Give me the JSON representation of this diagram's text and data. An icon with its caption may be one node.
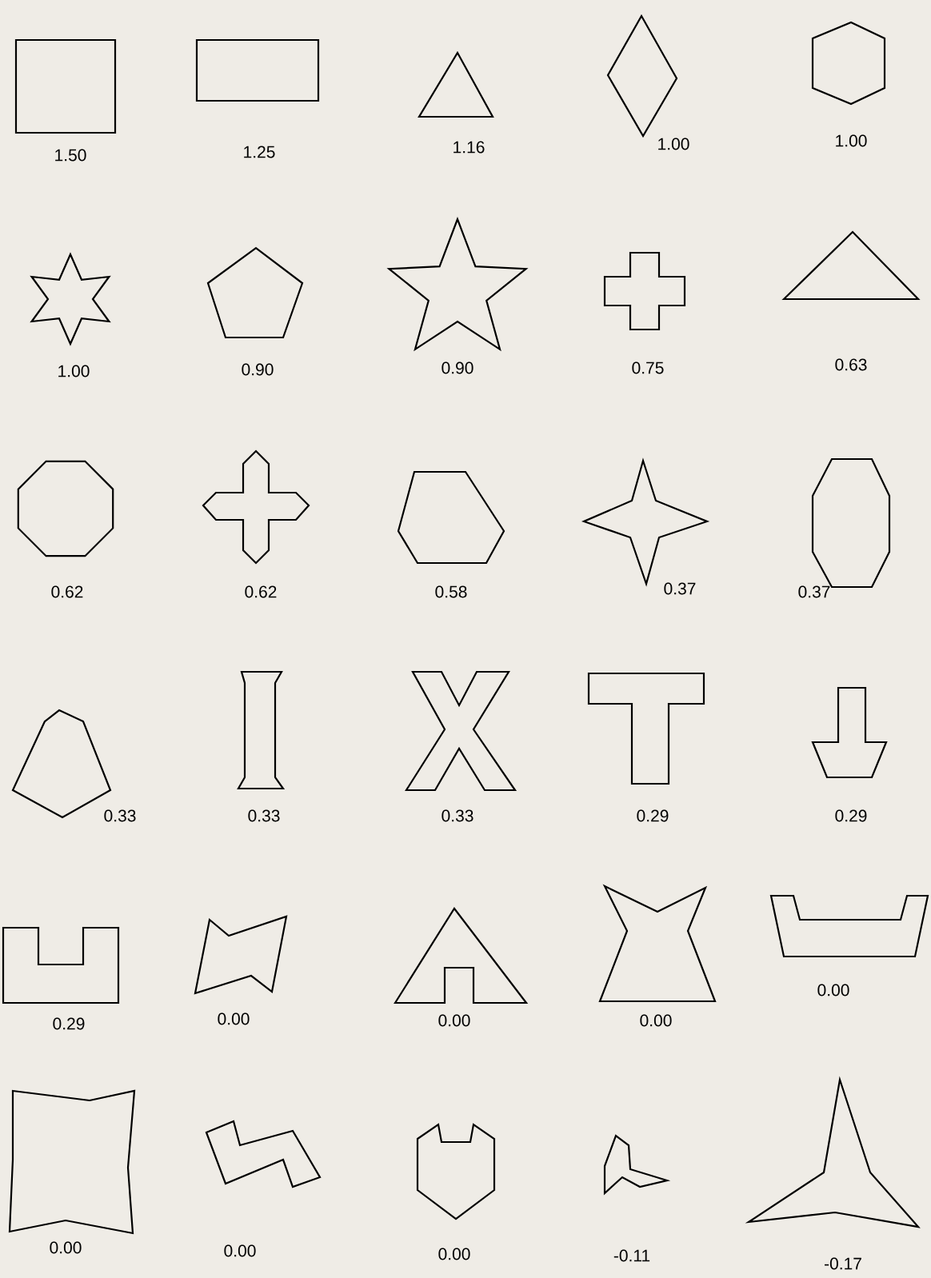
{
  "diagram": {
    "nodes": [
      {
        "text": [],
        "shape": "square",
        "beside": [
          "1.50"
        ]
      },
      {
        "text": [],
        "shape": "rectangle",
        "beside": [
          "1.25"
        ]
      },
      {
        "text": [],
        "shape": "triangle",
        "beside": [
          "1.16"
        ]
      },
      {
        "text": [],
        "shape": "diamond",
        "beside": [
          "1.00"
        ]
      },
      {
        "text": [],
        "shape": "hexagon",
        "beside": [
          "1.00"
        ]
      },
      {
        "text": [],
        "shape": "star",
        "beside": [
          "1.00"
        ]
      },
      {
        "text": [],
        "shape": "pentagon",
        "beside": [
          "0.90"
        ]
      },
      {
        "text": [],
        "shape": "star",
        "beside": [
          "0.90"
        ]
      },
      {
        "text": [],
        "shape": "cross",
        "beside": [
          "0.75"
        ]
      },
      {
        "text": [],
        "shape": "triangle",
        "beside": [
          "0.63"
        ]
      },
      {
        "text": [],
        "shape": "octagon",
        "beside": [
          "0.62"
        ]
      },
      {
        "text": [],
        "shape": "cross",
        "beside": [
          "0.62"
        ]
      },
      {
        "text": [],
        "shape": "hexagon",
        "beside": [
          "0.58"
        ]
      },
      {
        "text": [],
        "shape": "star",
        "beside": [
          "0.37"
        ]
      },
      {
        "text": [],
        "shape": "octagon",
        "beside": [
          "0.37"
        ]
      },
      {
        "text": [],
        "shape": "pentagon",
        "beside": [
          "0.33"
        ]
      },
      {
        "text": [],
        "shape": "polygon",
        "beside": [
          "0.33"
        ]
      },
      {
        "text": [],
        "shape": "polygon",
        "beside": [
          "0.33"
        ]
      },
      {
        "text": [],
        "shape": "polygon",
        "beside": [
          "0.29"
        ]
      },
      {
        "text": [],
        "shape": "arrow",
        "beside": [
          "0.29"
        ]
      },
      {
        "text": [],
        "shape": "polygon",
        "beside": [
          "0.29"
        ]
      },
      {
        "text": [],
        "shape": "polygon",
        "beside": [
          "0.00"
        ]
      },
      {
        "text": [],
        "shape": "polygon",
        "beside": [
          "0.00"
        ]
      },
      {
        "text": [],
        "shape": "star",
        "beside": [
          "0.00"
        ]
      },
      {
        "text": [],
        "shape": "polygon",
        "beside": [
          "0.00"
        ]
      },
      {
        "text": [],
        "shape": "polygon",
        "beside": [
          "0.00"
        ]
      },
      {
        "text": [],
        "shape": "polygon",
        "beside": [
          "0.00"
        ]
      },
      {
        "text": [],
        "shape": "polygon",
        "beside": [
          "0.00"
        ]
      },
      {
        "text": [],
        "shape": "polygon",
        "beside": [
          "-0.11"
        ]
      },
      {
        "text": [],
        "shape": "polygon",
        "beside": [
          "-0.17"
        ]
      }
    ]
  }
}
